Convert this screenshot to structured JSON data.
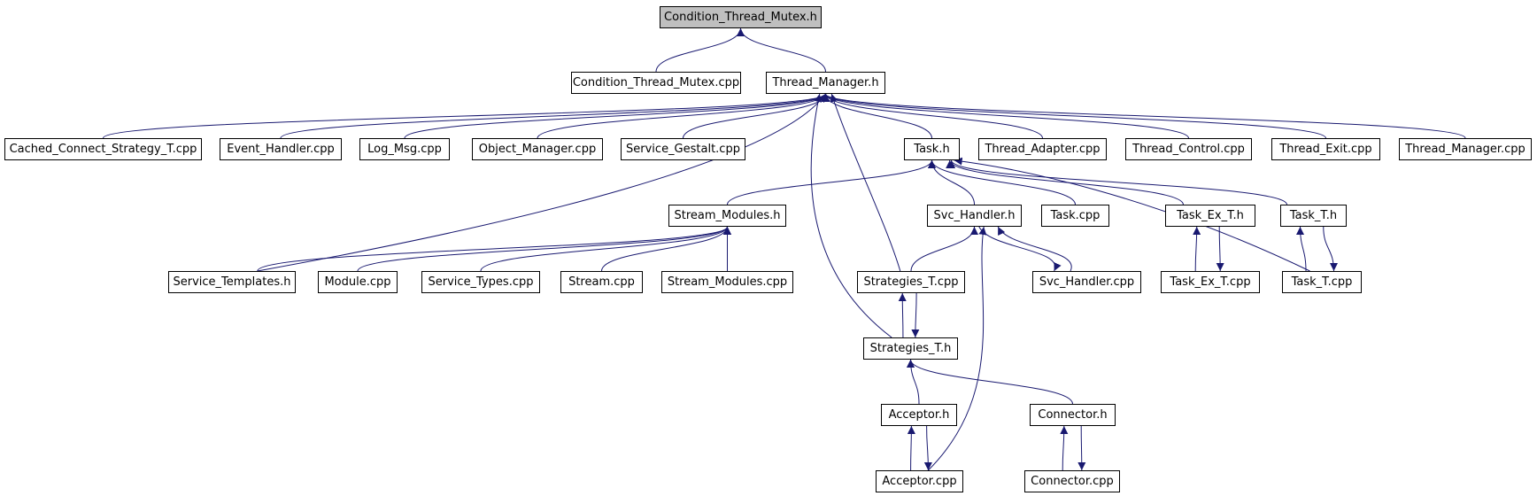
{
  "diagram": {
    "root": "Condition_Thread_Mutex.h",
    "nodes": [
      "Condition_Thread_Mutex.h",
      "Condition_Thread_Mutex.cpp",
      "Thread_Manager.h",
      "Cached_Connect_Strategy_T.cpp",
      "Event_Handler.cpp",
      "Log_Msg.cpp",
      "Object_Manager.cpp",
      "Service_Gestalt.cpp",
      "Task.h",
      "Thread_Adapter.cpp",
      "Thread_Control.cpp",
      "Thread_Exit.cpp",
      "Thread_Manager.cpp",
      "Stream_Modules.h",
      "Svc_Handler.h",
      "Task.cpp",
      "Task_Ex_T.h",
      "Task_T.h",
      "Service_Templates.h",
      "Module.cpp",
      "Service_Types.cpp",
      "Stream.cpp",
      "Stream_Modules.cpp",
      "Strategies_T.cpp",
      "Svc_Handler.cpp",
      "Task_Ex_T.cpp",
      "Task_T.cpp",
      "Strategies_T.h",
      "Acceptor.h",
      "Connector.h",
      "Acceptor.cpp",
      "Connector.cpp"
    ],
    "edges": [
      [
        "Condition_Thread_Mutex.cpp",
        "Condition_Thread_Mutex.h"
      ],
      [
        "Thread_Manager.h",
        "Condition_Thread_Mutex.h"
      ],
      [
        "Cached_Connect_Strategy_T.cpp",
        "Thread_Manager.h"
      ],
      [
        "Event_Handler.cpp",
        "Thread_Manager.h"
      ],
      [
        "Log_Msg.cpp",
        "Thread_Manager.h"
      ],
      [
        "Object_Manager.cpp",
        "Thread_Manager.h"
      ],
      [
        "Service_Gestalt.cpp",
        "Thread_Manager.h"
      ],
      [
        "Task.h",
        "Thread_Manager.h"
      ],
      [
        "Thread_Adapter.cpp",
        "Thread_Manager.h"
      ],
      [
        "Thread_Control.cpp",
        "Thread_Manager.h"
      ],
      [
        "Thread_Exit.cpp",
        "Thread_Manager.h"
      ],
      [
        "Thread_Manager.cpp",
        "Thread_Manager.h"
      ],
      [
        "Service_Templates.h",
        "Thread_Manager.h"
      ],
      [
        "Strategies_T.cpp",
        "Thread_Manager.h"
      ],
      [
        "Strategies_T.h",
        "Thread_Manager.h"
      ],
      [
        "Stream_Modules.h",
        "Task.h"
      ],
      [
        "Svc_Handler.h",
        "Task.h"
      ],
      [
        "Task.cpp",
        "Task.h"
      ],
      [
        "Task_Ex_T.h",
        "Task.h"
      ],
      [
        "Task_T.h",
        "Task.h"
      ],
      [
        "Task_T.cpp",
        "Task.h"
      ],
      [
        "Service_Templates.h",
        "Stream_Modules.h"
      ],
      [
        "Module.cpp",
        "Stream_Modules.h"
      ],
      [
        "Service_Types.cpp",
        "Stream_Modules.h"
      ],
      [
        "Stream.cpp",
        "Stream_Modules.h"
      ],
      [
        "Stream_Modules.cpp",
        "Stream_Modules.h"
      ],
      [
        "Strategies_T.cpp",
        "Svc_Handler.h"
      ],
      [
        "Svc_Handler.cpp",
        "Svc_Handler.h"
      ],
      [
        "Acceptor.cpp",
        "Svc_Handler.h"
      ],
      [
        "Svc_Handler.h",
        "Svc_Handler.cpp"
      ],
      [
        "Task_Ex_T.cpp",
        "Task_Ex_T.h"
      ],
      [
        "Task_Ex_T.h",
        "Task_Ex_T.cpp"
      ],
      [
        "Task_T.cpp",
        "Task_T.h"
      ],
      [
        "Task_T.h",
        "Task_T.cpp"
      ],
      [
        "Strategies_T.h",
        "Strategies_T.cpp"
      ],
      [
        "Strategies_T.cpp",
        "Strategies_T.h"
      ],
      [
        "Acceptor.h",
        "Strategies_T.h"
      ],
      [
        "Connector.h",
        "Strategies_T.h"
      ],
      [
        "Acceptor.cpp",
        "Acceptor.h"
      ],
      [
        "Acceptor.h",
        "Acceptor.cpp"
      ],
      [
        "Connector.cpp",
        "Connector.h"
      ],
      [
        "Connector.h",
        "Connector.cpp"
      ]
    ]
  },
  "colors": {
    "edge": "#191970",
    "node_border": "#000000",
    "node_fill": "#ffffff",
    "root_fill": "#bfbfbf"
  }
}
